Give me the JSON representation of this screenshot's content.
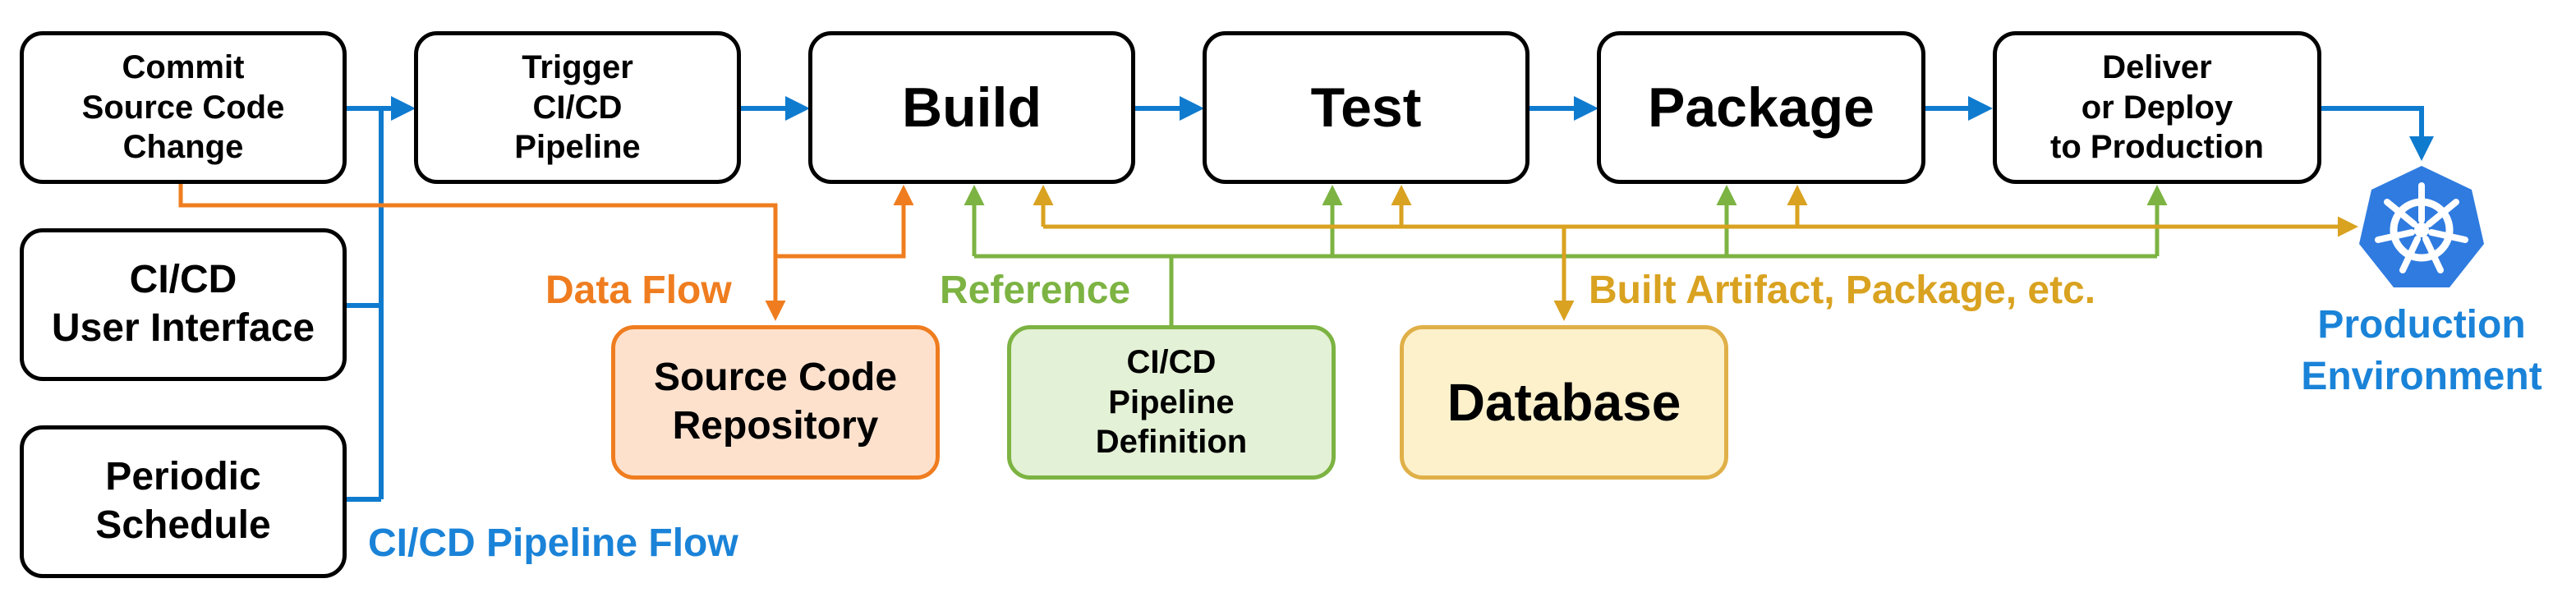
{
  "colors": {
    "pipeline_flow": "#0f7bcf",
    "data_flow": "#ef7d1f",
    "reference": "#7cb342",
    "artifact": "#d9a220",
    "kubernetes": "#2f7be0",
    "box_border": "#000000"
  },
  "triggers": {
    "commit": "Commit\nSource Code\nChange",
    "ui": "CI/CD\nUser Interface",
    "schedule": "Periodic\nSchedule"
  },
  "stages": {
    "trigger": "Trigger\nCI/CD\nPipeline",
    "build": "Build",
    "test": "Test",
    "package": "Package",
    "deliver": "Deliver\nor Deploy\nto Production"
  },
  "stores": {
    "repo": "Source Code\nRepository",
    "definition": "CI/CD\nPipeline\nDefinition",
    "database": "Database"
  },
  "legend": {
    "pipeline_flow": "CI/CD Pipeline Flow",
    "data_flow": "Data Flow",
    "reference": "Reference",
    "artifact": "Built Artifact, Package, etc."
  },
  "production": {
    "label": "Production\nEnvironment",
    "icon": "kubernetes-icon"
  }
}
